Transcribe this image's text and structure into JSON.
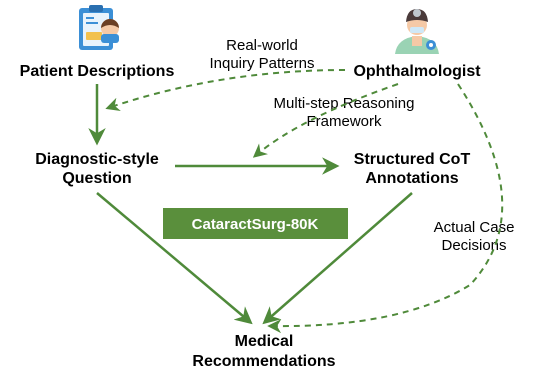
{
  "colors": {
    "arrow": "#4f8a3a",
    "badge_fill": "#5a8f3c",
    "badge_text": "#ffffff",
    "text": "#000000"
  },
  "icons": {
    "patient": "clipboard-patient-icon",
    "doctor": "ophthalmologist-icon"
  },
  "nodes": {
    "patient": "Patient Descriptions",
    "ophthalmologist": "Ophthalmologist",
    "question": [
      "Diagnostic-style",
      "Question"
    ],
    "cot": [
      "Structured CoT",
      "Annotations"
    ],
    "recommendations": [
      "Medical",
      "Recommendations"
    ]
  },
  "badge": "CataractSurg-80K",
  "edge_labels": {
    "inquiry": [
      "Real-world",
      "Inquiry Patterns"
    ],
    "reasoning": [
      "Multi-step Reasoning",
      "Framework"
    ],
    "decisions": [
      "Actual Case",
      "Decisions"
    ]
  }
}
